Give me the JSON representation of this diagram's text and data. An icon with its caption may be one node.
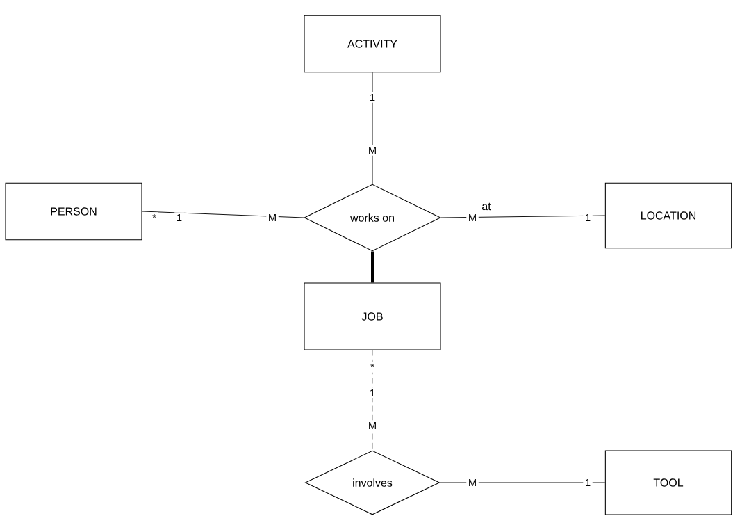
{
  "diagram": {
    "nodes": [
      {
        "text": [
          "ACTIVITY"
        ]
      },
      {
        "text": [
          "PERSON"
        ]
      },
      {
        "text": [
          "works on"
        ]
      },
      {
        "text": [
          "LOCATION"
        ]
      },
      {
        "text": [
          "JOB"
        ]
      },
      {
        "text": [
          "involves"
        ]
      },
      {
        "text": [
          "TOOL"
        ]
      }
    ],
    "edges": [
      {
        "from": 0,
        "to": 2,
        "arrow": "none"
      },
      {
        "from": 1,
        "to": 2,
        "arrow": "none"
      },
      {
        "from": 2,
        "to": 3,
        "arrow": "none",
        "label": "at"
      },
      {
        "from": 2,
        "to": 4,
        "arrow": "none",
        "style": "thick"
      },
      {
        "from": 4,
        "to": 5,
        "arrow": "none",
        "style": "dashed"
      },
      {
        "from": 5,
        "to": 6,
        "arrow": "none"
      }
    ],
    "labels": [
      "1",
      "M",
      "*",
      "1",
      "M",
      "M",
      "1",
      "*",
      "1",
      "M",
      "M",
      "1"
    ]
  }
}
